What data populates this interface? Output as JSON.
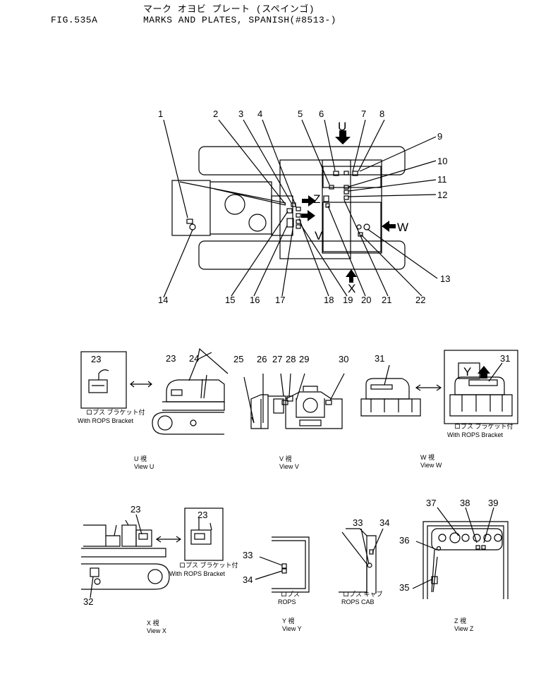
{
  "header": {
    "figure_number": "FIG.535A",
    "title_jp": "マーク オヨビ プレート (スペインゴ)",
    "title_en": "MARKS AND PLATES, SPANISH(#8513-)"
  },
  "main_view": {
    "callouts": [
      "1",
      "2",
      "3",
      "4",
      "5",
      "6",
      "7",
      "8",
      "9",
      "10",
      "11",
      "12",
      "13",
      "14",
      "15",
      "16",
      "17",
      "18",
      "19",
      "20",
      "21",
      "22"
    ],
    "view_arrows": [
      "U",
      "V",
      "W",
      "Z",
      "X"
    ]
  },
  "view_u": {
    "callouts": [
      "23",
      "23",
      "24"
    ],
    "caption_jp": "ロプス ブラケット付",
    "caption_en": "With ROPS Bracket",
    "view_label_jp": "U 視",
    "view_label_en": "View U"
  },
  "view_v": {
    "callouts": [
      "25",
      "26",
      "27",
      "28",
      "29",
      "30"
    ],
    "view_label_jp": "V 視",
    "view_label_en": "View V"
  },
  "view_w": {
    "callouts": [
      "31",
      "31"
    ],
    "inset_letter": "Y",
    "caption_jp": "ロプス ブラケット付",
    "caption_en": "With ROPS Bracket",
    "view_label_jp": "W 視",
    "view_label_en": "View W"
  },
  "view_x": {
    "callouts": [
      "23",
      "23",
      "32"
    ],
    "caption_jp": "ロプス ブラケット付",
    "caption_en": "With ROPS Bracket",
    "view_label_jp": "X 視",
    "view_label_en": "View X"
  },
  "view_y": {
    "callouts": [
      "33",
      "34"
    ],
    "caption_jp": "ロプス",
    "caption_en": "ROPS",
    "view_label_jp": "Y 視",
    "view_label_en": "View Y"
  },
  "rops_cab": {
    "callouts": [
      "33",
      "34"
    ],
    "caption_jp": "ロプス キャブ",
    "caption_en": "ROPS CAB"
  },
  "view_z": {
    "callouts": [
      "37",
      "38",
      "39",
      "36",
      "35"
    ],
    "view_label_jp": "Z 視",
    "view_label_en": "View Z"
  }
}
